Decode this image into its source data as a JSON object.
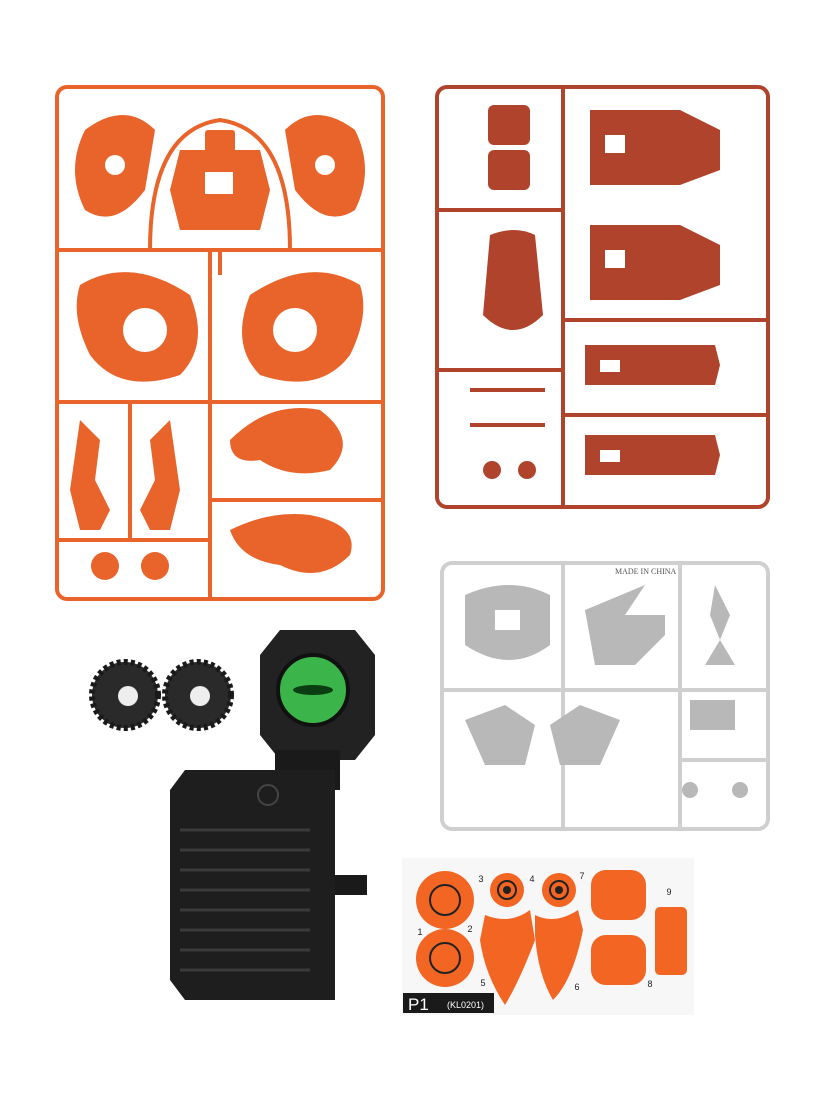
{
  "colors": {
    "orange_runner": "#e8642a",
    "rust_runner": "#b0432b",
    "gray_runner": "#d4d4d4",
    "motor": "#1e1e1e",
    "lens": "#3bb54a",
    "sticker": "#f26522"
  },
  "gray_runner": {
    "imprint": "MADE IN CHINA"
  },
  "sticker_sheet": {
    "label": "P1",
    "code": "(KL0201)",
    "numbers": [
      "1",
      "2",
      "3",
      "4",
      "5",
      "6",
      "7",
      "8",
      "9"
    ]
  }
}
